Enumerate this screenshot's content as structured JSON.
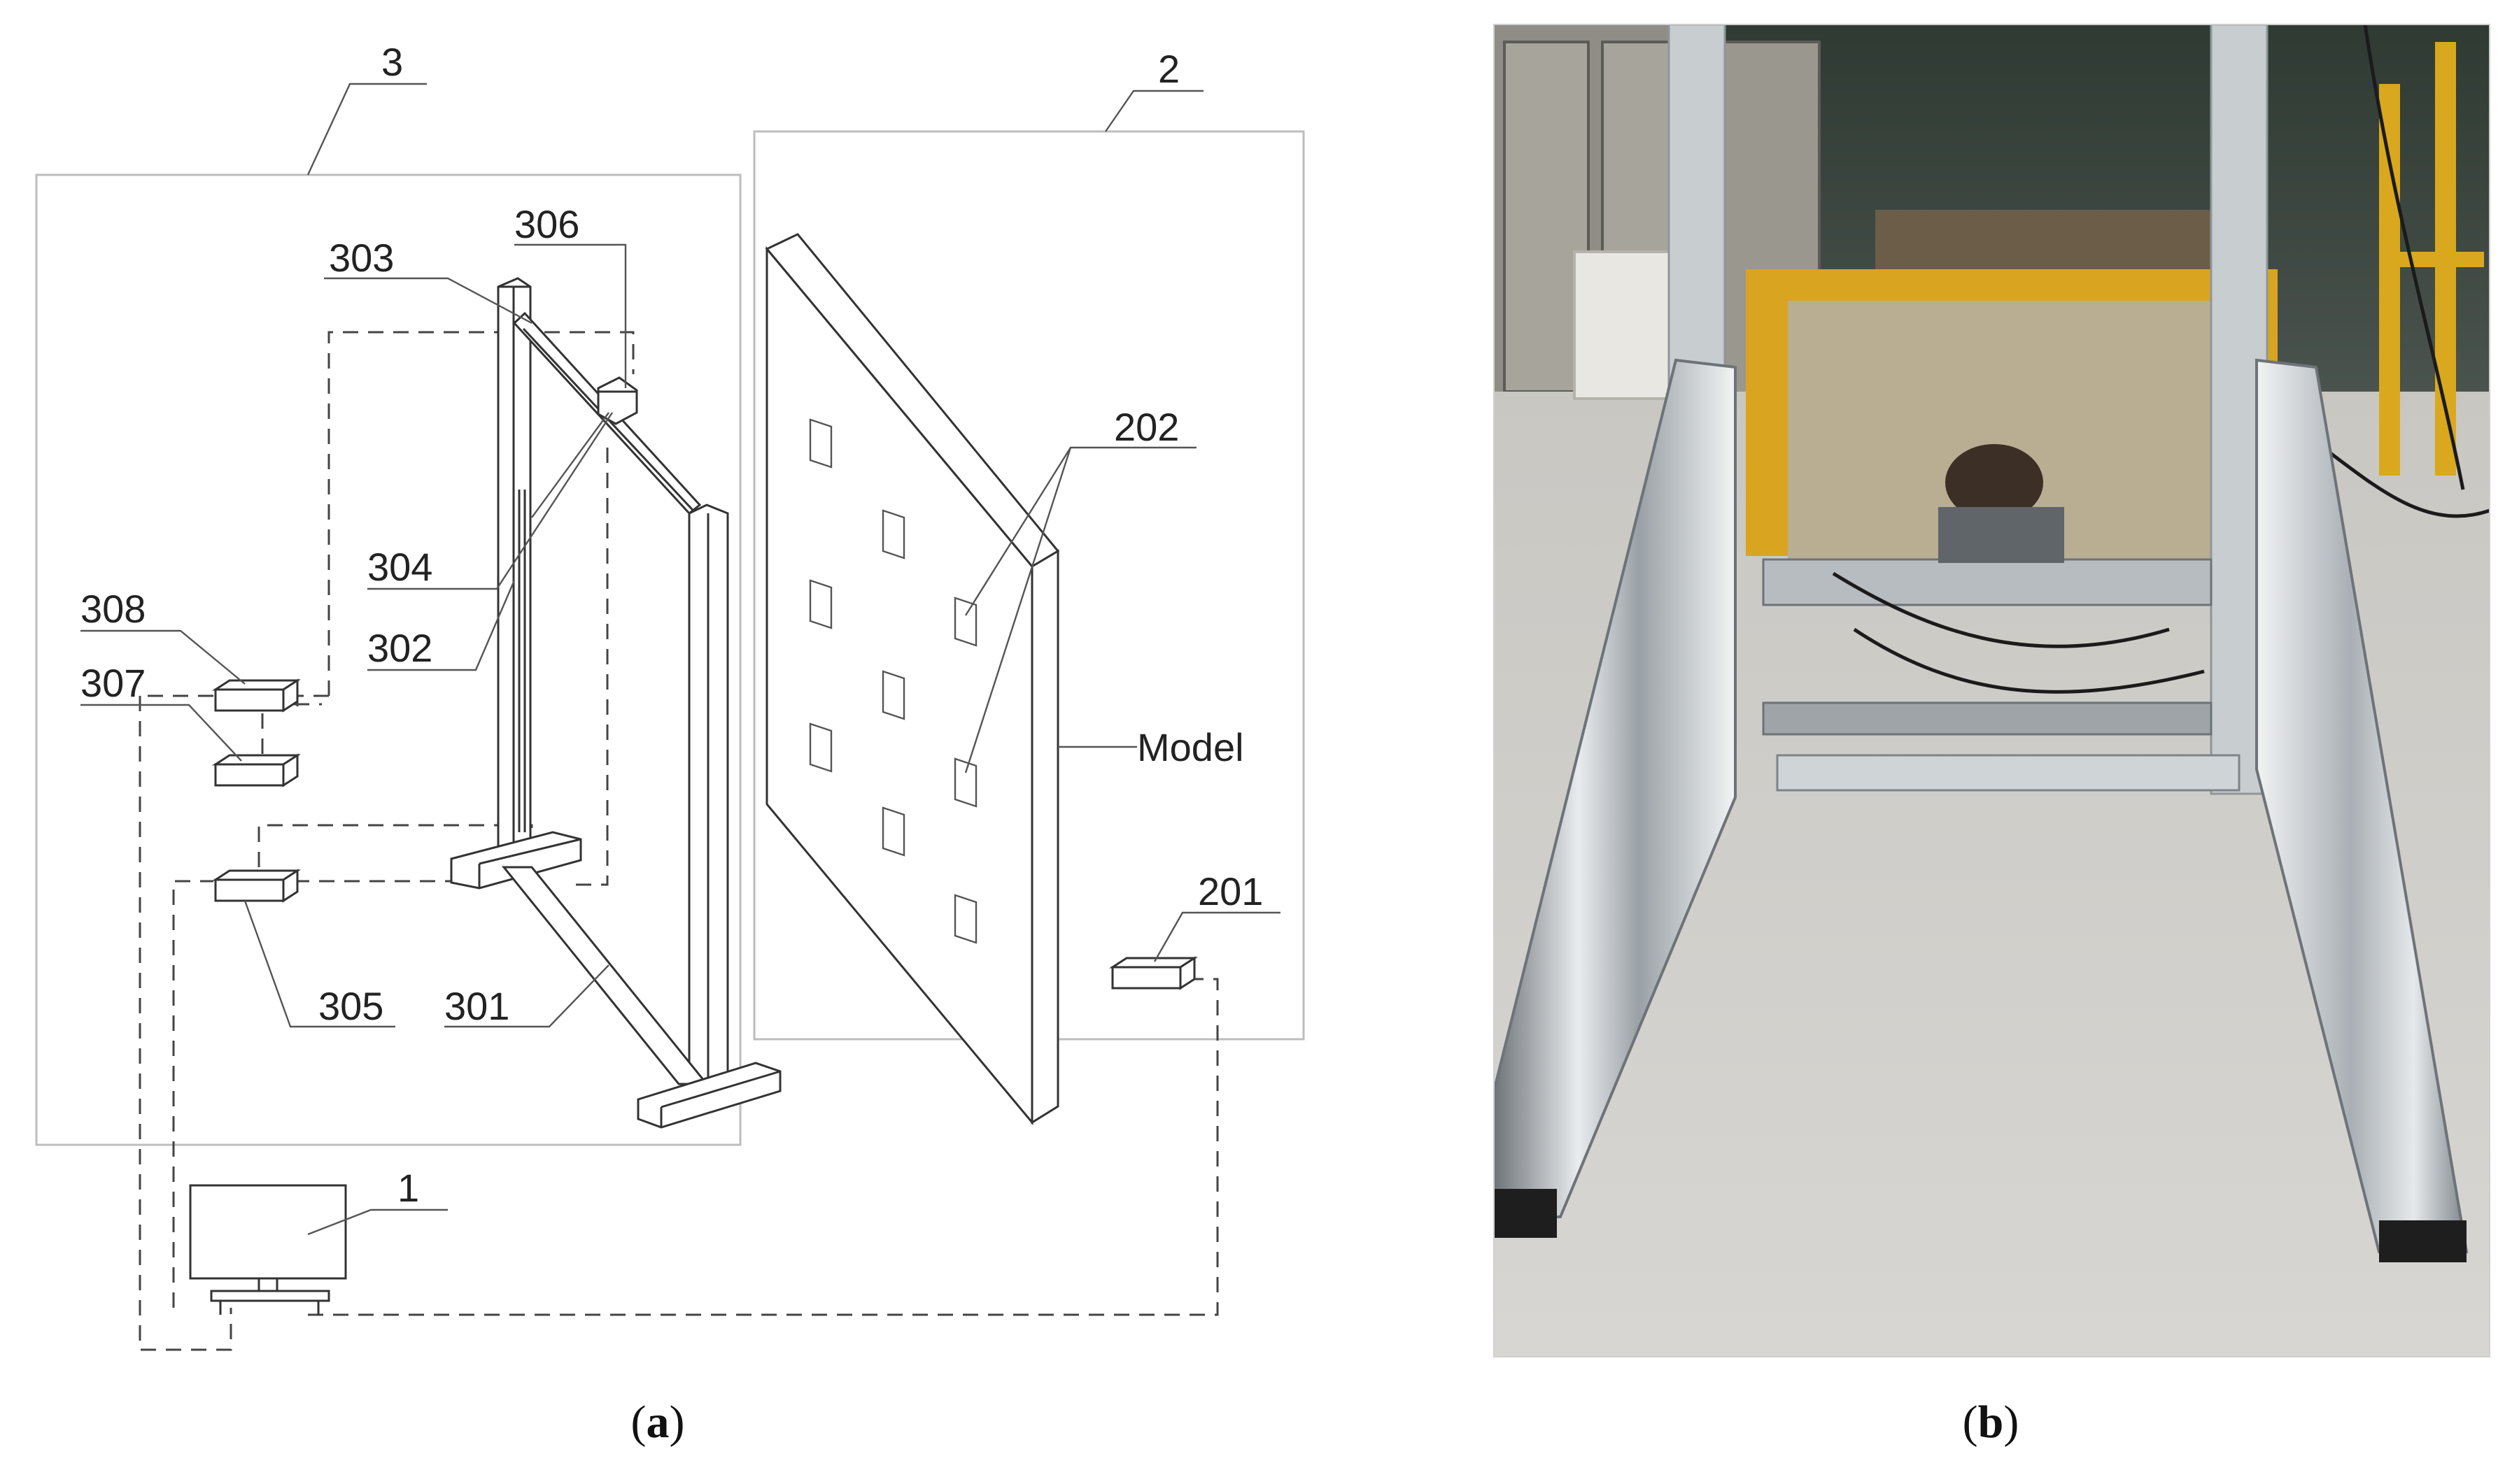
{
  "panel_a": {
    "caption_open": "(",
    "caption_letter": "a",
    "caption_close": ")",
    "labels": {
      "l1": "1",
      "l2": "2",
      "l3": "3",
      "l201": "201",
      "l202": "202",
      "l301": "301",
      "l302": "302",
      "l303": "303",
      "l304": "304",
      "l305": "305",
      "l306": "306",
      "l307": "307",
      "l308": "308",
      "model": "Model"
    }
  },
  "panel_b": {
    "caption_open": "(",
    "caption_letter": "b",
    "caption_close": ")"
  }
}
